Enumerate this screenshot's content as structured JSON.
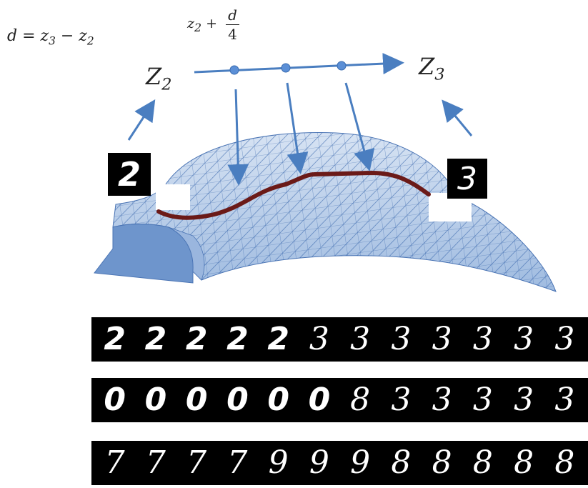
{
  "equation": {
    "lhs": "d = z",
    "sub1": "3",
    "minus": " − z",
    "sub2": "2"
  },
  "midpoint_label": {
    "base": "z",
    "base_sub": "2",
    "plus": " +",
    "numerator": "d",
    "denominator": "4"
  },
  "latent_labels": {
    "z2": {
      "base": "Z",
      "sub": "2"
    },
    "z3": {
      "base": "Z",
      "sub": "3"
    }
  },
  "thumbnails": {
    "left": "2",
    "right": "3"
  },
  "colors": {
    "arrow": "#4a7ec0",
    "dot": "#5b8fd6",
    "manifold": "#8fb0dc",
    "curve": "#6b1a18"
  },
  "rows": [
    {
      "digits": [
        "2",
        "2",
        "2",
        "2",
        "2",
        "3",
        "3",
        "3",
        "3",
        "3",
        "3",
        "3"
      ]
    },
    {
      "digits": [
        "0",
        "0",
        "0",
        "0",
        "0",
        "0",
        "8",
        "3",
        "3",
        "3",
        "3",
        "3"
      ]
    },
    {
      "digits": [
        "7",
        "7",
        "7",
        "7",
        "9",
        "9",
        "9",
        "8",
        "8",
        "8",
        "8",
        "8"
      ]
    }
  ]
}
